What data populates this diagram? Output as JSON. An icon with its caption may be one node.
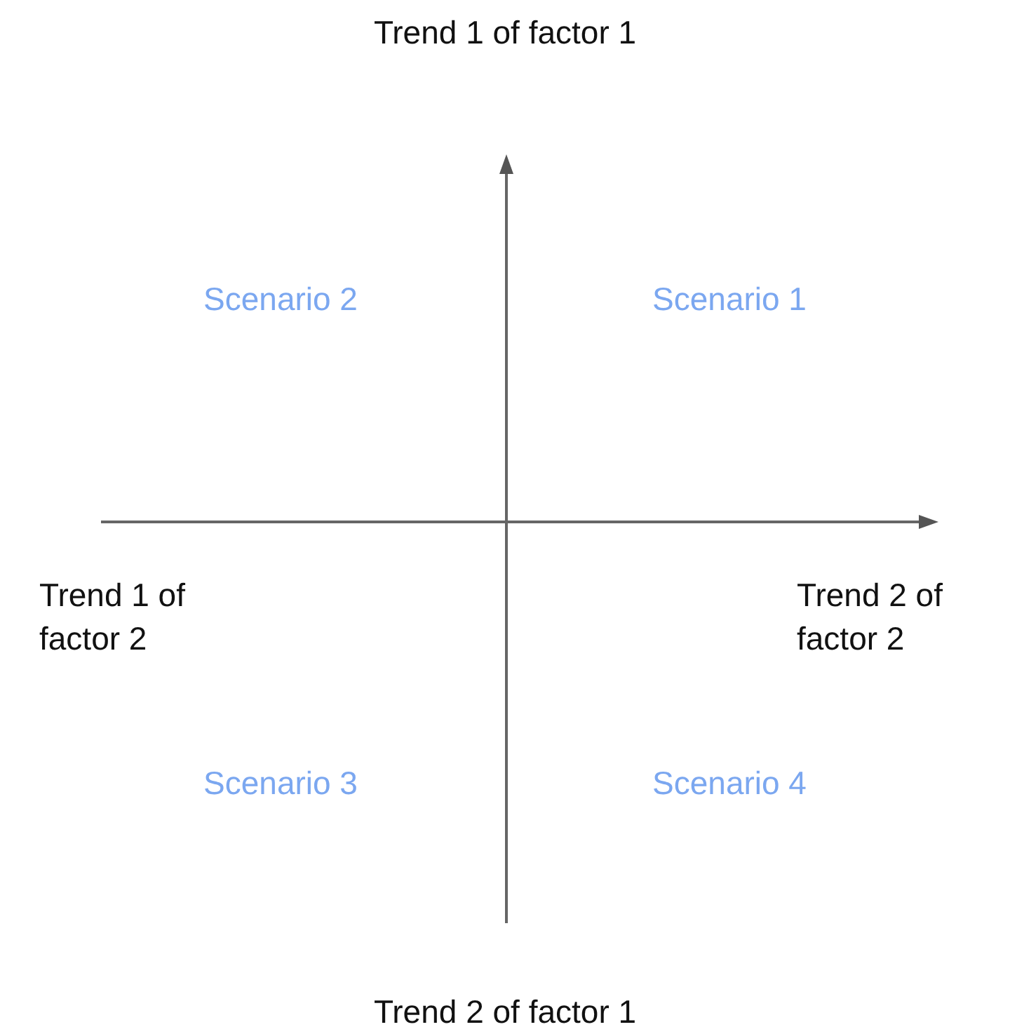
{
  "diagram": {
    "labels": [
      "Trend 1 of factor 1",
      "Scenario 2",
      "Scenario 1",
      "Trend 1 of factor 2",
      "Trend 2 of factor 2",
      "Scenario 3",
      "Scenario 4",
      "Trend 2 of factor 1"
    ]
  }
}
